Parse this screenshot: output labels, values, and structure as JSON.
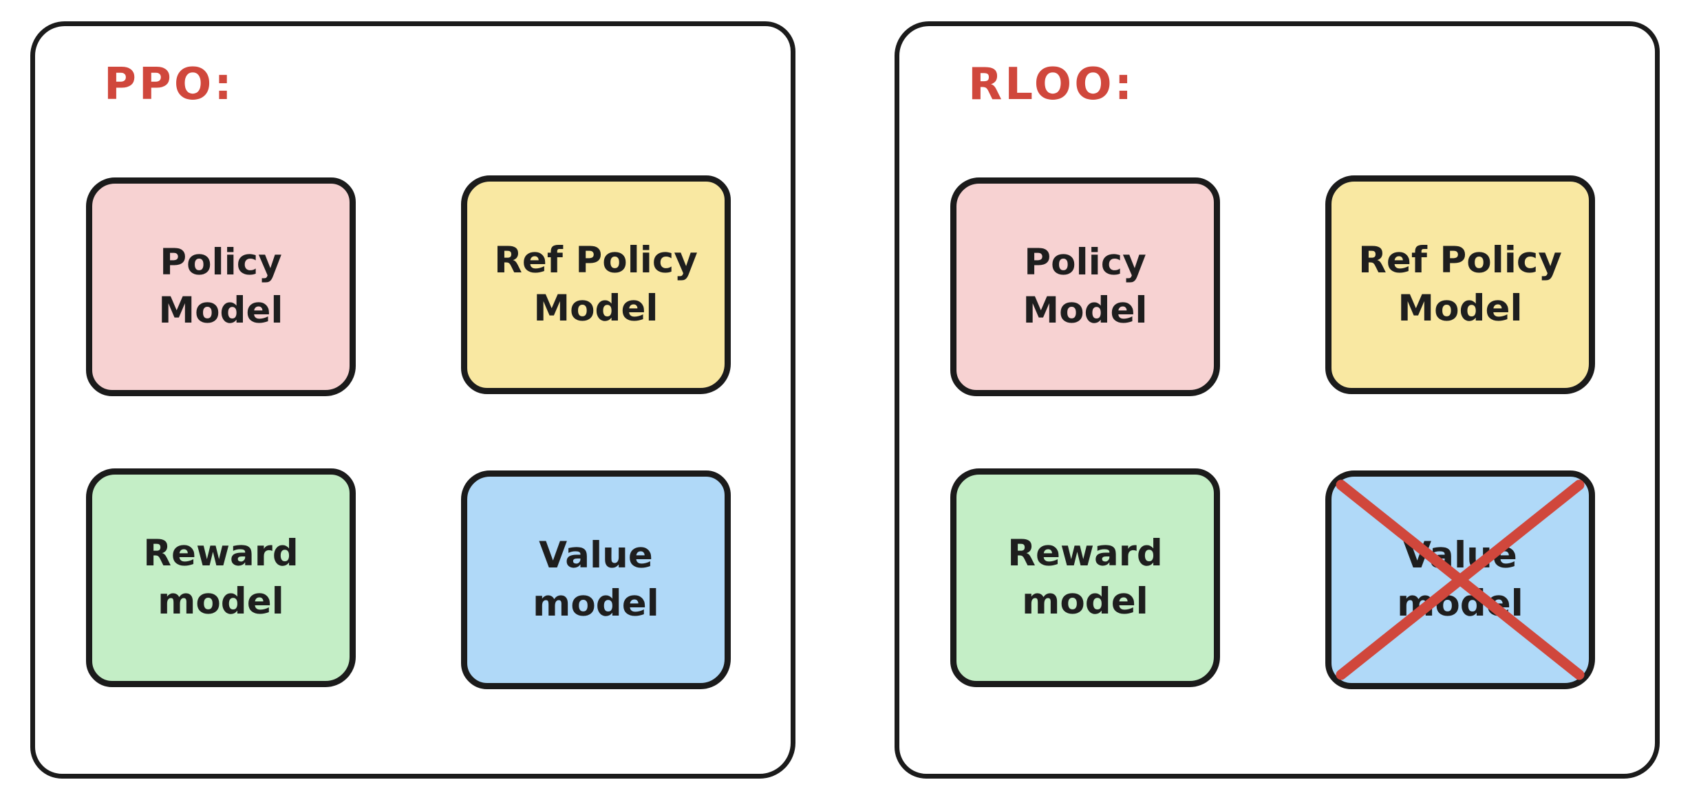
{
  "diagram": {
    "background": "#ffffff",
    "stroke_color": "#1b1b1b",
    "accent_red": "#d0473c",
    "panels": [
      {
        "title": "PPO:",
        "boxes": [
          {
            "line1": "Policy",
            "line2": "Model",
            "fill": "#f7d2d2",
            "crossed_out": false
          },
          {
            "line1": "Ref Policy",
            "line2": "Model",
            "fill": "#f9e8a2",
            "crossed_out": false
          },
          {
            "line1": "Reward",
            "line2": "model",
            "fill": "#c4eec6",
            "crossed_out": false
          },
          {
            "line1": "Value",
            "line2": "model",
            "fill": "#b0d9f8",
            "crossed_out": false
          }
        ]
      },
      {
        "title": "RLOO:",
        "boxes": [
          {
            "line1": "Policy",
            "line2": "Model",
            "fill": "#f7d2d2",
            "crossed_out": false
          },
          {
            "line1": "Ref Policy",
            "line2": "Model",
            "fill": "#f9e8a2",
            "crossed_out": false
          },
          {
            "line1": "Reward",
            "line2": "model",
            "fill": "#c4eec6",
            "crossed_out": false
          },
          {
            "line1": "Value",
            "line2": "model",
            "fill": "#b0d9f8",
            "crossed_out": true
          }
        ]
      }
    ]
  }
}
